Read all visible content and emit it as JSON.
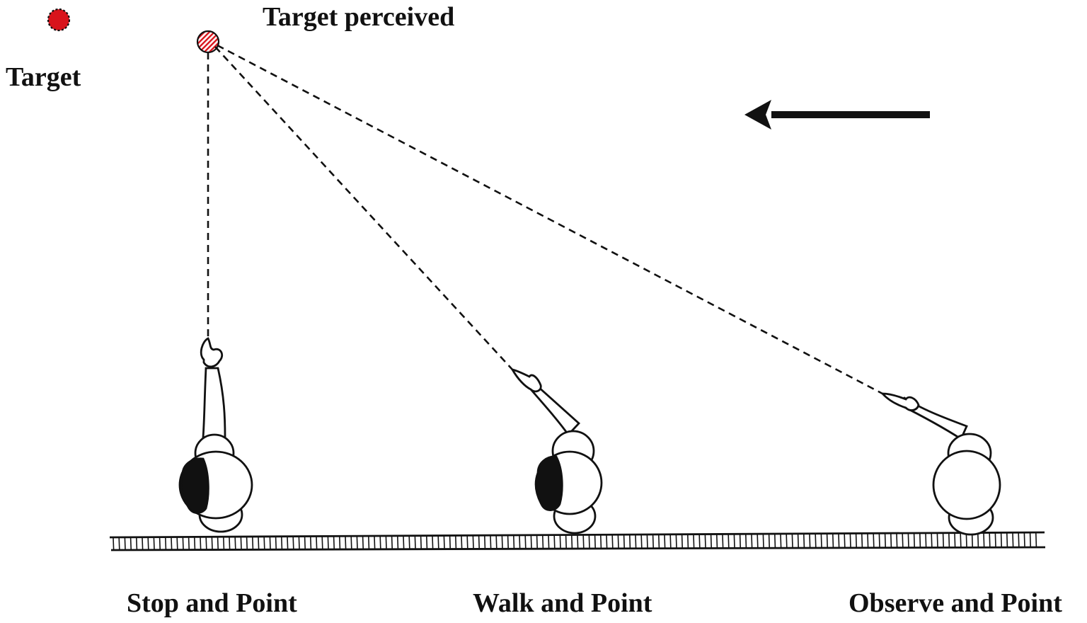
{
  "labels": {
    "target": "Target",
    "target_perceived": "Target perceived",
    "conditions": [
      "Stop and Point",
      "Walk and Point",
      "Observe and Point"
    ]
  },
  "legend": {
    "target_marker": "red-dot-dashed-outline",
    "perceived_marker": "red-hatched-circle"
  },
  "direction_arrow": "left-arrow",
  "colors": {
    "ink": "#111111",
    "target_red": "#d8141c",
    "hatch_red": "#d8141c",
    "background": "#ffffff"
  }
}
